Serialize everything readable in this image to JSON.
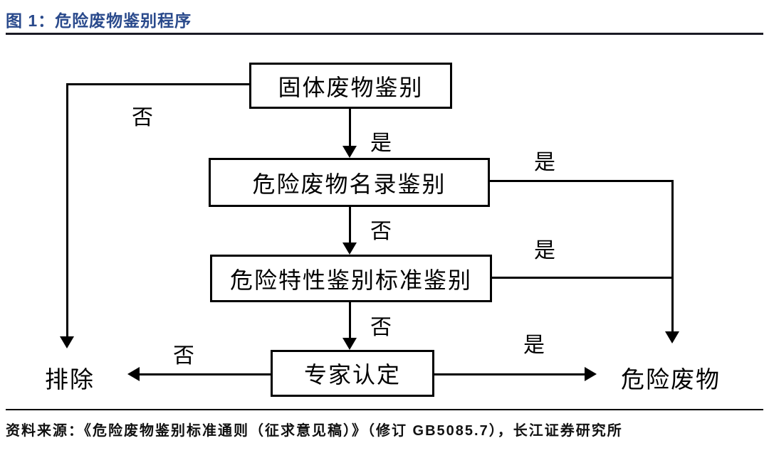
{
  "header": {
    "title": "图 1：危险废物鉴别程序"
  },
  "flow": {
    "boxes": [
      {
        "id": "solid-waste-identification",
        "label": "固体废物鉴别"
      },
      {
        "id": "hazardous-waste-list-identification",
        "label": "危险废物名录鉴别"
      },
      {
        "id": "hazardous-characteristic-standard-identification",
        "label": "危险特性鉴别标准鉴别"
      },
      {
        "id": "expert-determination",
        "label": "专家认定"
      }
    ],
    "labels": {
      "yes": "是",
      "no": "否"
    },
    "terminals": [
      {
        "id": "excluded",
        "label": "排除"
      },
      {
        "id": "hazardous-waste",
        "label": "危险废物"
      }
    ]
  },
  "footer": {
    "source": "资料来源：《危险废物鉴别标准通则（征求意见稿）》（修订 GB5085.7），长江证券研究所"
  },
  "colors": {
    "title": "#2a4a8c",
    "diagram_line": "#000000",
    "rule": "#1a1a24"
  }
}
